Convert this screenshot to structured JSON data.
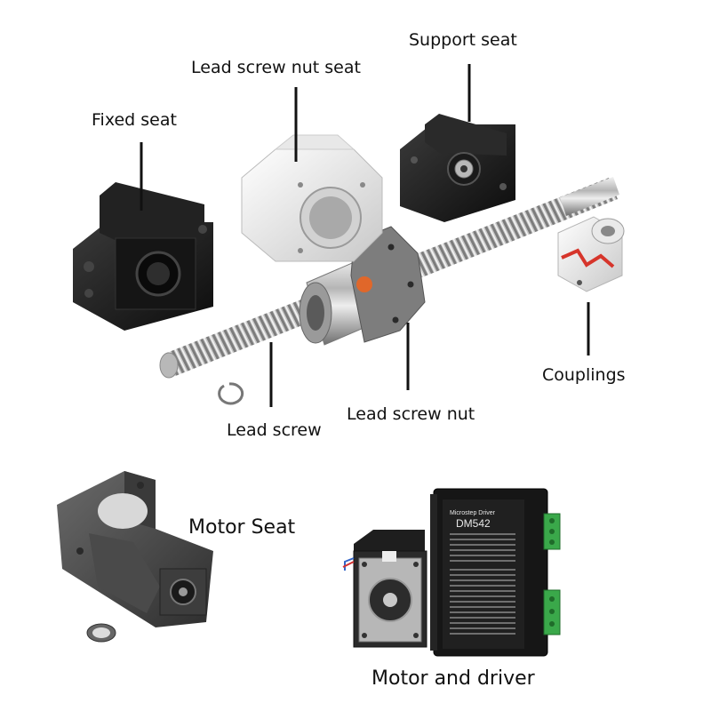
{
  "labels": {
    "support_seat": "Support seat",
    "lead_screw_nut_seat": "Lead screw nut seat",
    "fixed_seat": "Fixed seat",
    "couplings": "Couplings",
    "lead_screw": "Lead screw",
    "lead_screw_nut": "Lead screw nut",
    "motor_seat": "Motor Seat",
    "motor_and_driver": "Motor and driver"
  },
  "driver_panel": {
    "title": "Microstep Driver",
    "model": "DM542"
  }
}
